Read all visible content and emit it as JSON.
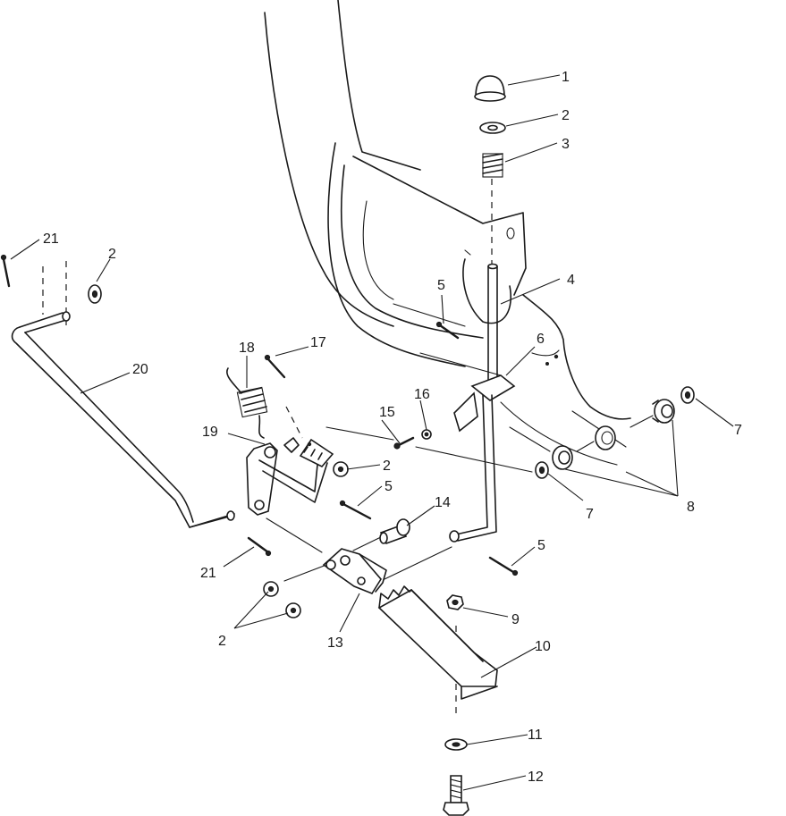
{
  "diagram": {
    "callouts": {
      "c1": "1",
      "c2a": "2",
      "c3": "3",
      "c4": "4",
      "c5a": "5",
      "c6": "6",
      "c7a": "7",
      "c8": "8",
      "c7b": "7",
      "c16": "16",
      "c15": "15",
      "c18": "18",
      "c17": "17",
      "c20": "20",
      "c21a": "21",
      "c2b": "2",
      "c19": "19",
      "c2c": "2",
      "c5b": "5",
      "c14": "14",
      "c5c": "5",
      "c21b": "21",
      "c9": "9",
      "c10": "10",
      "c2d": "2",
      "c13": "13",
      "c11": "11",
      "c12": "12"
    }
  }
}
